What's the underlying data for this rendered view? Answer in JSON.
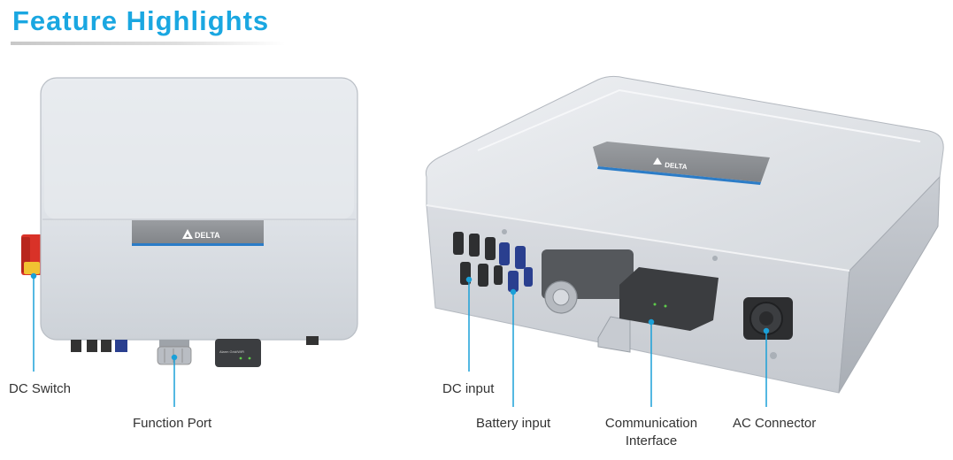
{
  "header": {
    "title": "Feature Highlights"
  },
  "brand": {
    "name": "DELTA"
  },
  "comm_box": {
    "text": "Alarm Grid/WiFi"
  },
  "callouts": {
    "dc_switch": "DC Switch",
    "function_port": "Function Port",
    "dc_input": "DC input",
    "battery_input": "Battery input",
    "communication_interface_line1": "Communication",
    "communication_interface_line2": "Interface",
    "ac_connector": "AC Connector"
  },
  "colors": {
    "title": "#1aa7e1",
    "callout_line": "#1ba0d8",
    "housing": "#d9dde3",
    "panel": "#8a8d91",
    "accent_stripe": "#2b7cc7",
    "dc_switch": "#e03a2f",
    "battery_connector": "#2a3f8f"
  }
}
